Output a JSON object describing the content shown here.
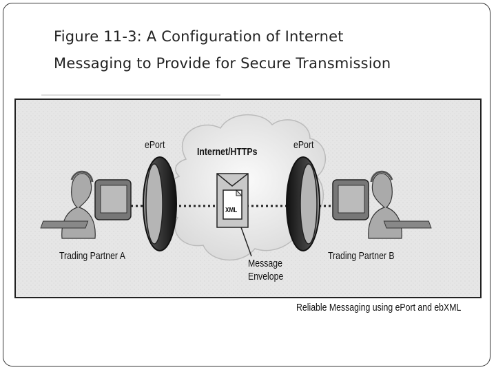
{
  "title": {
    "line1": "Figure 11-3:  A Configuration of Internet",
    "line2": "Messaging to Provide for Secure Transmission"
  },
  "diagram": {
    "cloud_label": "Internet/HTTPs",
    "eport_left_label": "ePort",
    "eport_right_label": "ePort",
    "partner_a_label": "Trading Partner A",
    "partner_b_label": "Trading Partner B",
    "envelope_doc_label": "XML",
    "envelope_label_line1": "Message",
    "envelope_label_line2": "Envelope",
    "caption": "Reliable Messaging using ePort and ebXML"
  },
  "colors": {
    "frame": "#333333",
    "diagram_bg": "#e4e4e4",
    "cloud": "#f2f2f2",
    "ring_dark": "#222222"
  }
}
